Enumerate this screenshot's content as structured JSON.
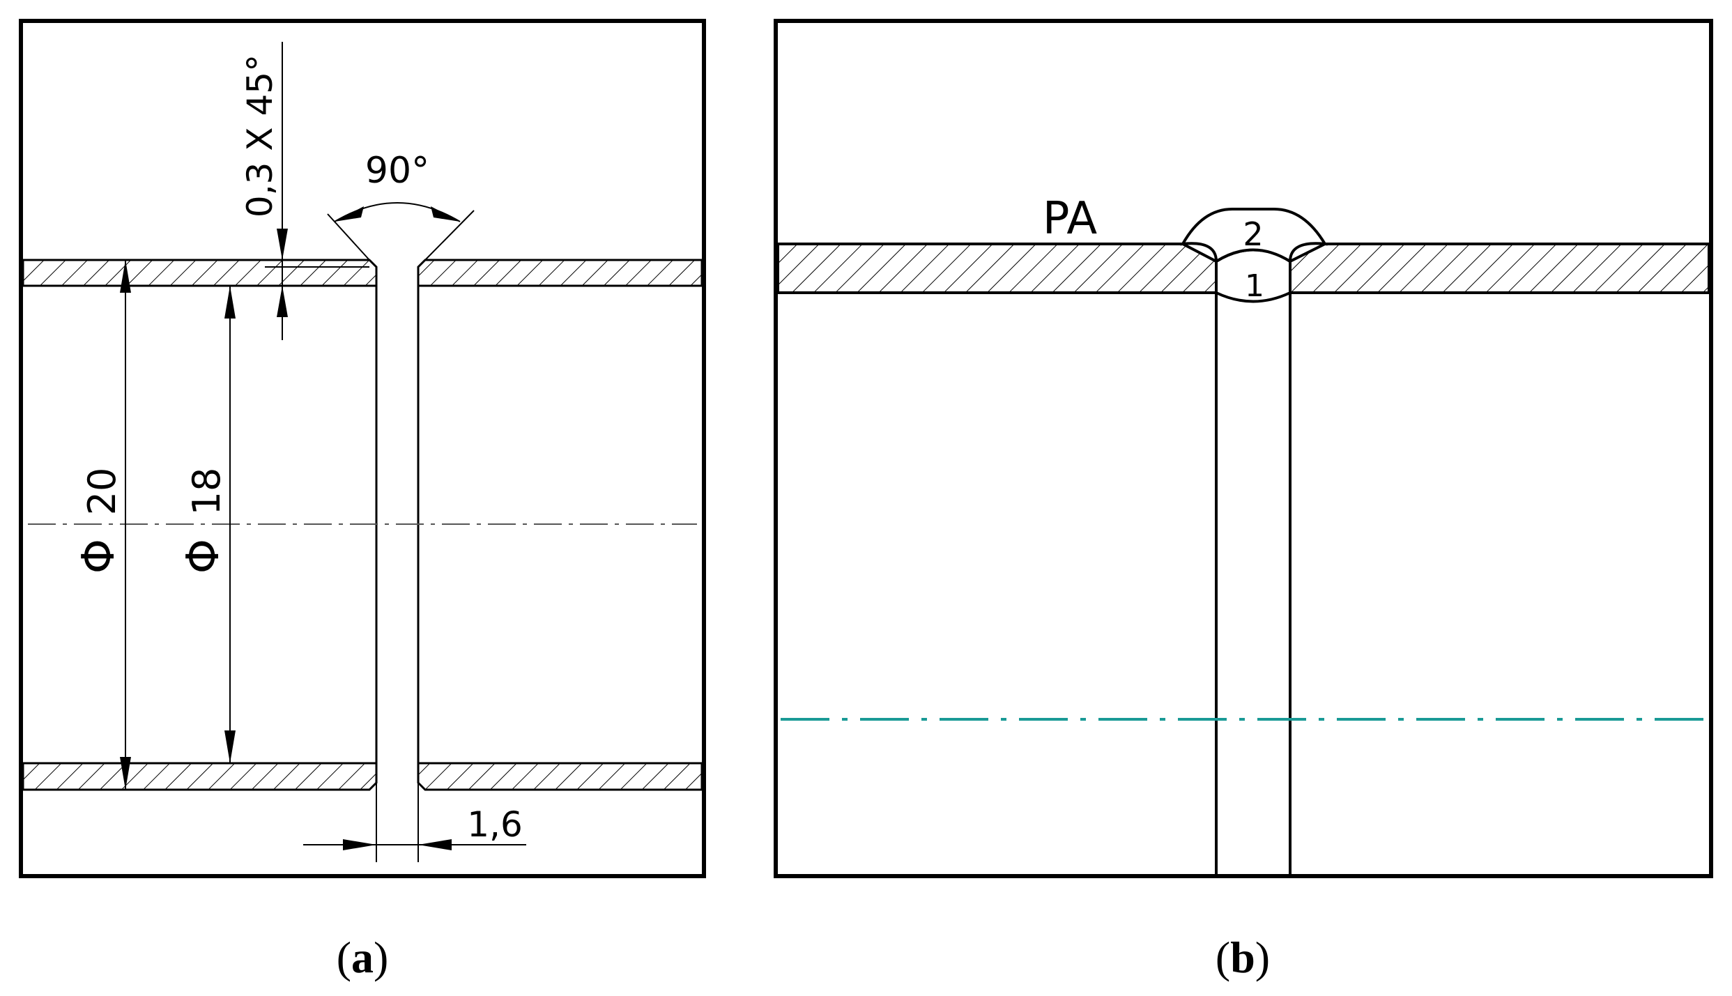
{
  "panel_a": {
    "caption_open": "(",
    "caption_letter": "a",
    "caption_close": ")",
    "chamfer_label": "0,3 X 45°",
    "angle_label": "90°",
    "outer_diameter_symbol": "Φ",
    "outer_diameter_value": "20",
    "inner_diameter_symbol": "Φ",
    "inner_diameter_value": "18",
    "gap_label": "1,6"
  },
  "panel_b": {
    "caption_open": "(",
    "caption_letter": "b",
    "caption_close": ")",
    "position_label": "PA",
    "bead_2_label": "2",
    "bead_1_label": "1"
  },
  "colors": {
    "line": "#000000",
    "centerline_a": "#555555",
    "centerline_b": "#1a9a96"
  }
}
